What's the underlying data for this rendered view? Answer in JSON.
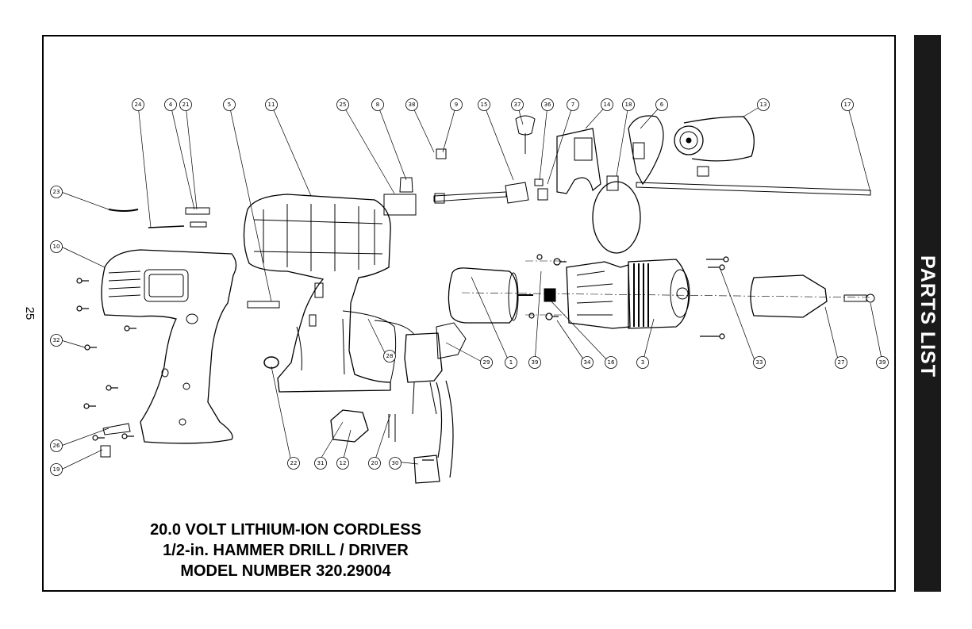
{
  "page_number": "25",
  "section_tab": "PARTS LIST",
  "title_lines": [
    "20.0 VOLT LITHIUM-ION CORDLESS",
    "1/2-in. HAMMER DRILL / DRIVER",
    "MODEL NUMBER 320.29004"
  ],
  "callouts": [
    {
      "id": "c24",
      "label": "24"
    },
    {
      "id": "c4",
      "label": "4"
    },
    {
      "id": "c21",
      "label": "21"
    },
    {
      "id": "c5",
      "label": "5"
    },
    {
      "id": "c11",
      "label": "11"
    },
    {
      "id": "c25",
      "label": "25"
    },
    {
      "id": "c8",
      "label": "8"
    },
    {
      "id": "c38",
      "label": "38"
    },
    {
      "id": "c9",
      "label": "9"
    },
    {
      "id": "c15",
      "label": "15"
    },
    {
      "id": "c37",
      "label": "37"
    },
    {
      "id": "c36",
      "label": "36"
    },
    {
      "id": "c7",
      "label": "7"
    },
    {
      "id": "c14",
      "label": "14"
    },
    {
      "id": "c18",
      "label": "18"
    },
    {
      "id": "c6",
      "label": "6"
    },
    {
      "id": "c13",
      "label": "13"
    },
    {
      "id": "c17",
      "label": "17"
    },
    {
      "id": "c23",
      "label": "23"
    },
    {
      "id": "c10",
      "label": "10"
    },
    {
      "id": "c32",
      "label": "32"
    },
    {
      "id": "c26",
      "label": "26"
    },
    {
      "id": "c19",
      "label": "19"
    },
    {
      "id": "c28",
      "label": "28"
    },
    {
      "id": "c29",
      "label": "29"
    },
    {
      "id": "c1",
      "label": "1"
    },
    {
      "id": "c39a",
      "label": "39"
    },
    {
      "id": "c34",
      "label": "34"
    },
    {
      "id": "c16",
      "label": "16"
    },
    {
      "id": "c3",
      "label": "3"
    },
    {
      "id": "c33",
      "label": "33"
    },
    {
      "id": "c27",
      "label": "27"
    },
    {
      "id": "c39b",
      "label": "39"
    },
    {
      "id": "c22",
      "label": "22"
    },
    {
      "id": "c31",
      "label": "31"
    },
    {
      "id": "c12",
      "label": "12"
    },
    {
      "id": "c20",
      "label": "20"
    },
    {
      "id": "c30",
      "label": "30"
    }
  ]
}
